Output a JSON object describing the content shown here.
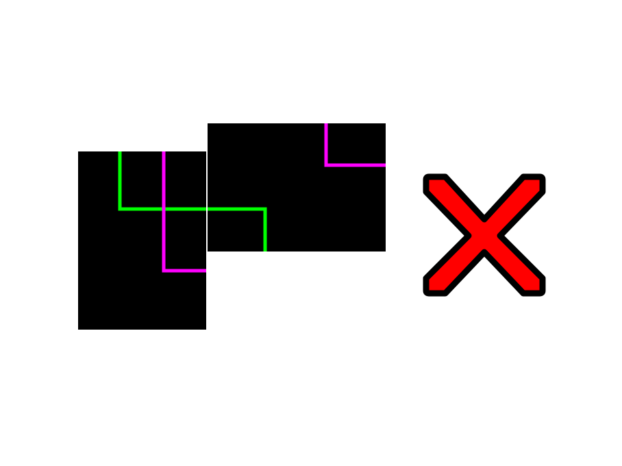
{
  "colors": {
    "background": "#ffffff",
    "tile_fill": "#000000",
    "tile_gap": "#ffffff",
    "path_green": "#00ff00",
    "path_magenta": "#ff00ff",
    "mark_fill": "#ff0000",
    "mark_outline": "#000000"
  },
  "tiles": [
    {
      "id": "left-tile",
      "paths": [
        "green",
        "magenta"
      ]
    },
    {
      "id": "right-tile",
      "paths": [
        "green",
        "magenta"
      ]
    }
  ],
  "verdict": {
    "icon": "cross-mark-icon",
    "meaning": "incorrect"
  }
}
